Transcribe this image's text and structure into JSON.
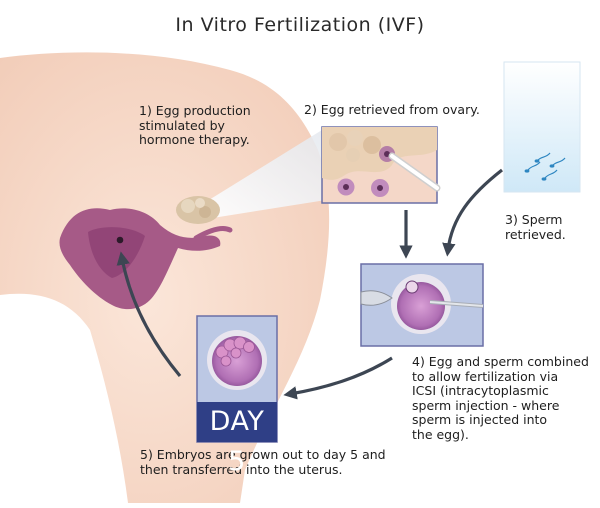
{
  "title": "In Vitro Fertilization (IVF)",
  "steps": [
    {
      "label": "1) Egg production\nstimulated by\nhormone therapy."
    },
    {
      "label": "2) Egg retrieved from ovary."
    },
    {
      "label": "3) Sperm\nretrieved."
    },
    {
      "label": "4) Egg and sperm combined\nto allow fertilization via\nICSI (intracytoplasmic\nsperm injection - where\nsperm is injected into\nthe egg)."
    },
    {
      "label": "5) Embryos are grown out to day 5 and\nthen transferred into the uterus."
    }
  ],
  "day_badge": "DAY 5",
  "colors": {
    "skin": "#f6dccc",
    "uterus": "#a65a87",
    "panel_border": "#6a6fa6",
    "panel_bg": "#bcc8e4",
    "arrow": "#3d4653",
    "day_bg": "#2f3f86"
  }
}
